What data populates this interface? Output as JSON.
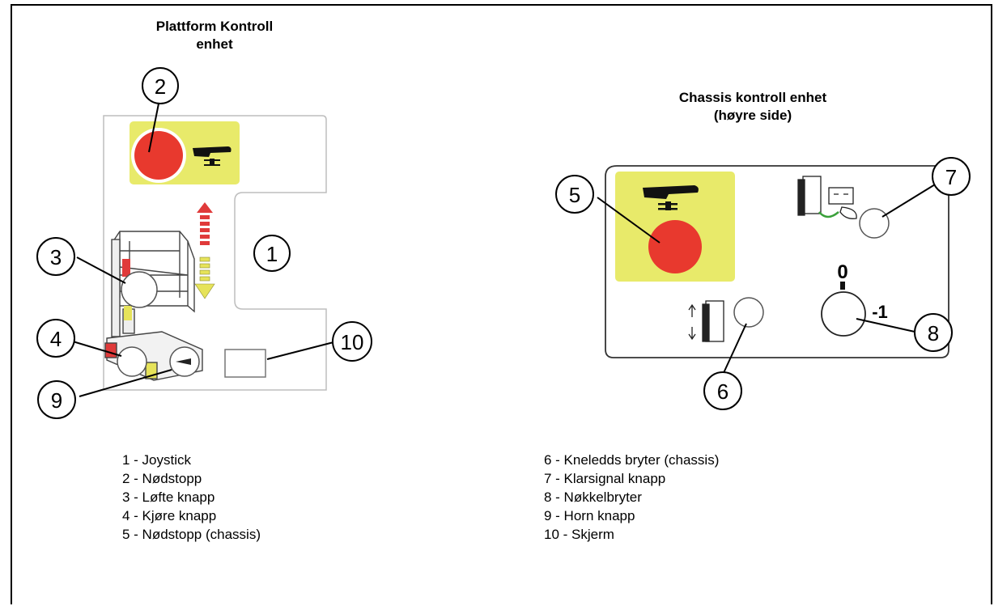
{
  "platform": {
    "title_line1": "Plattform Kontroll",
    "title_line2": "enhet"
  },
  "chassis": {
    "title_line1": "Chassis kontroll enhet",
    "title_line2": "(høyre side)",
    "key_label_top": "0",
    "key_label_right": "-1"
  },
  "callouts": [
    "1",
    "2",
    "3",
    "4",
    "5",
    "6",
    "7",
    "8",
    "9",
    "10"
  ],
  "legend_left": [
    "1 - Joystick",
    "2 - Nødstopp",
    "3 - Løfte knapp",
    "4 - Kjøre knapp",
    "5 - Nødstopp (chassis)"
  ],
  "legend_right": [
    "6 - Kneledds bryter (chassis)",
    "7 - Klarsignal knapp",
    "8 - Nøkkelbryter",
    "9 - Horn knapp",
    "10 - Skjerm"
  ],
  "colors": {
    "panel_yellow": "#e8ea6a",
    "estop_red": "#e8392e",
    "arrow_red": "#e03a3a",
    "arrow_yellow": "#e6e35a",
    "icon_green": "#3aa03a"
  }
}
